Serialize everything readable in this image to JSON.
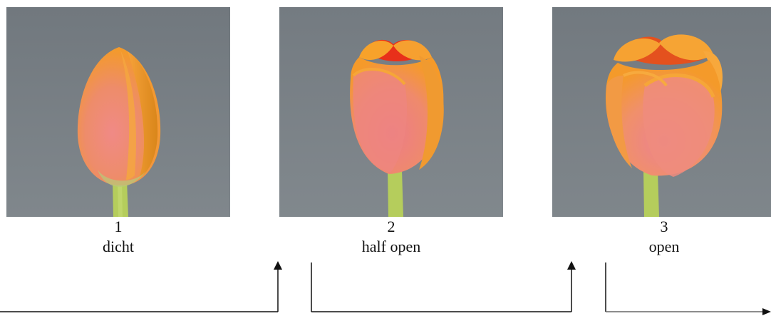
{
  "figure": {
    "stages": [
      {
        "number": "1",
        "label": "dicht"
      },
      {
        "number": "2",
        "label": "half open"
      },
      {
        "number": "3",
        "label": "open"
      }
    ]
  },
  "colors": {
    "background": "#ffffff",
    "photo_backdrop": "#7a8186",
    "stem": "#b2c95a",
    "petal_orange": "#f6961e",
    "petal_pink": "#e8787a",
    "connector_line": "#111111"
  }
}
